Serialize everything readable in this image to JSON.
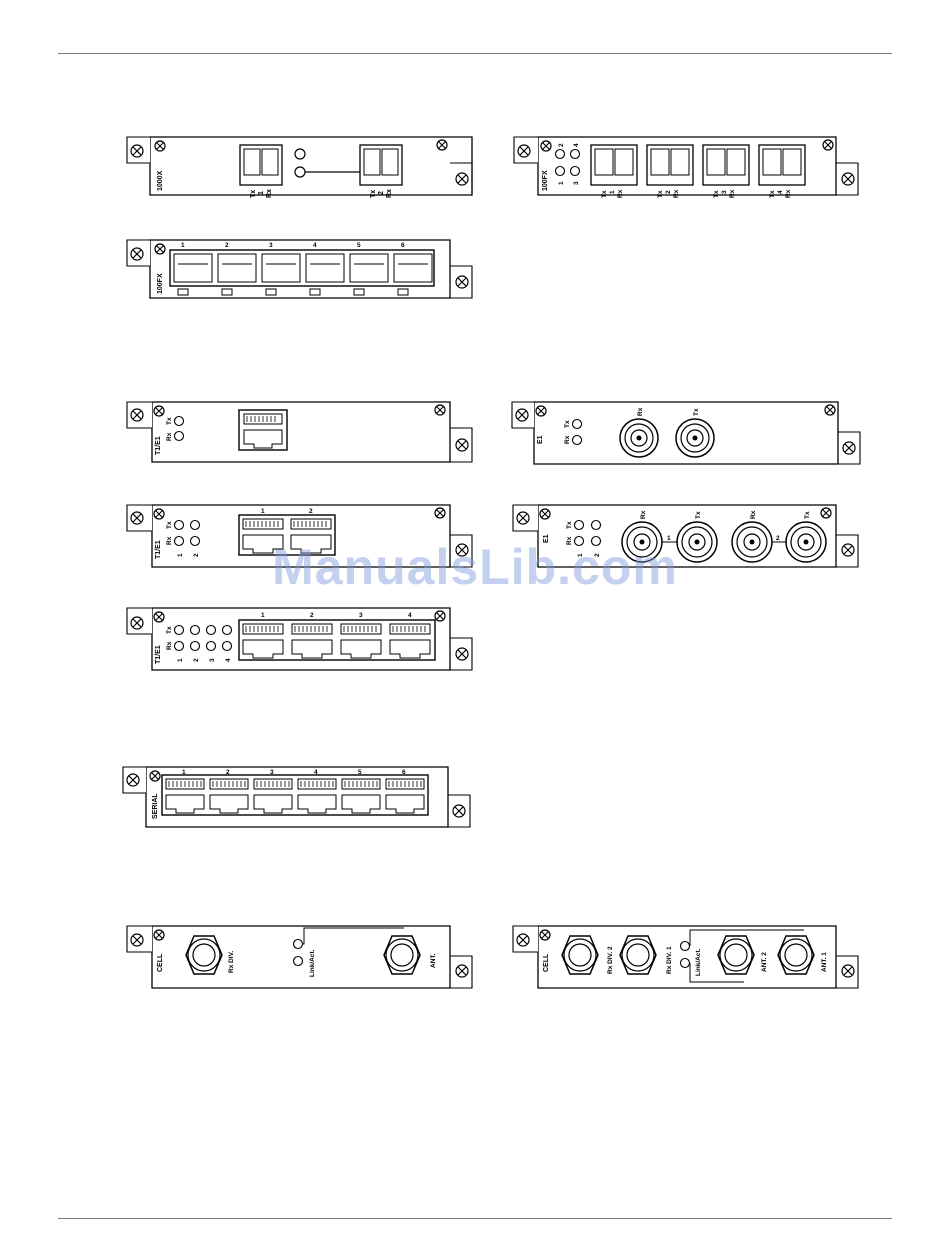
{
  "watermark": "ManualsLib.com",
  "modules": {
    "m1000x": {
      "name": "1000X",
      "ports": [
        "1",
        "2"
      ],
      "tx": "Tx",
      "rx": "Rx"
    },
    "m100fx4": {
      "name": "100FX",
      "leds": [
        "1",
        "2",
        "3",
        "4"
      ],
      "ports": [
        "1",
        "2",
        "3",
        "4"
      ],
      "tx": "Tx",
      "rx": "Rx"
    },
    "m100fx6": {
      "name": "100FX",
      "ports": [
        "1",
        "2",
        "3",
        "4",
        "5",
        "6"
      ]
    },
    "t1e1_1": {
      "name": "T1/E1",
      "tx": "Tx",
      "rx": "Rx"
    },
    "e1_1": {
      "name": "E1",
      "tx": "Tx",
      "rx": "Rx",
      "conn_rx": "Rx",
      "conn_tx": "Tx"
    },
    "t1e1_2": {
      "name": "T1/E1",
      "tx": "Tx",
      "rx": "Rx",
      "ports": [
        "1",
        "2"
      ]
    },
    "e1_2": {
      "name": "E1",
      "tx": "Tx",
      "rx": "Rx",
      "ports": [
        "1",
        "2"
      ],
      "conns": [
        "Rx",
        "Tx",
        "Rx",
        "Tx"
      ]
    },
    "t1e1_4": {
      "name": "T1/E1",
      "tx": "Tx",
      "rx": "Rx",
      "ports": [
        "1",
        "2",
        "3",
        "4"
      ]
    },
    "serial": {
      "name": "SERIAL",
      "ports": [
        "1",
        "2",
        "3",
        "4",
        "5",
        "6"
      ]
    },
    "cell1": {
      "name": "CELL",
      "rxdiv": "Rx DIV.",
      "link": "Link/Act.",
      "ant": "ANT."
    },
    "cell2": {
      "name": "CELL",
      "rxdiv2": "Rx DIV. 2",
      "rxdiv1": "Rx DIV. 1",
      "link": "Link/Act.",
      "ant2": "ANT. 2",
      "ant1": "ANT. 1"
    }
  }
}
